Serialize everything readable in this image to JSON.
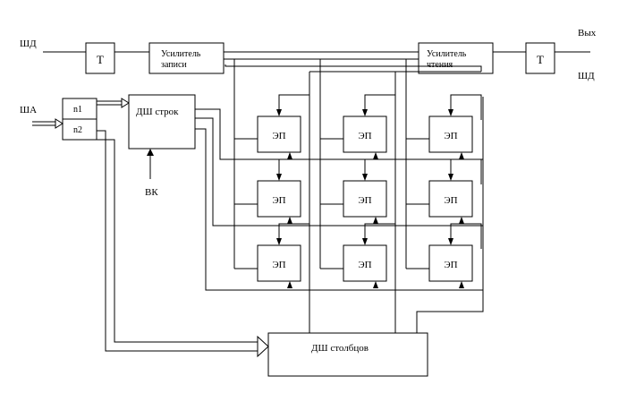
{
  "labels": {
    "data_bus_in": "ШД",
    "data_bus_out_top": "Вых",
    "data_bus_out_bottom": "ШД",
    "address_bus": "ША",
    "chip_select": "ВК"
  },
  "blocks": {
    "trigger_in": "Т",
    "trigger_out": "Т",
    "write_amp_line1": "Усилитель",
    "write_amp_line2": "записи",
    "read_amp_line1": "Усилитель",
    "read_amp_line2": "чтения",
    "register_n1": "n1",
    "register_n2": "n2",
    "row_decoder": "ДШ строк",
    "column_decoder": "ДШ столбцов"
  },
  "cells": [
    [
      "ЭП",
      "ЭП",
      "ЭП"
    ],
    [
      "ЭП",
      "ЭП",
      "ЭП"
    ],
    [
      "ЭП",
      "ЭП",
      "ЭП"
    ]
  ]
}
